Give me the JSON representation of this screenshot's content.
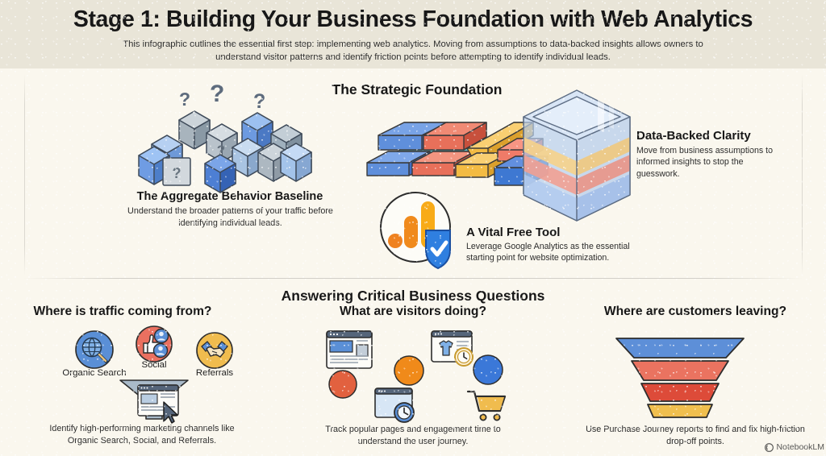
{
  "header": {
    "title": "Stage 1: Building Your Business Foundation with Web Analytics",
    "subtitle": "This infographic outlines the essential first step: implementing web analytics. Moving from assumptions to data-backed insights allows owners to understand visitor patterns and identify friction points before attempting to identify individual leads."
  },
  "top_section": {
    "heading": "The Strategic Foundation",
    "baseline_block": {
      "title": "The Aggregate Behavior Baseline",
      "body": "Understand the broader patterns of your traffic before identifying individual leads.",
      "icon": "scattered-cubes-with-question-marks"
    },
    "clarity_block": {
      "title": "Data-Backed Clarity",
      "body": "Move from business assumptions to informed insights to stop the guesswork.",
      "icon": "glass-container-with-layers"
    },
    "tool_block": {
      "title": "A Vital Free Tool",
      "body": "Leverage Google Analytics as the essential starting point for website optimization.",
      "icon": "google-analytics-icon-with-shield-check"
    }
  },
  "bottom_section": {
    "heading": "Answering Critical Business Questions",
    "columns": [
      {
        "heading": "Where is traffic coming from?",
        "caption": "Identify high-performing marketing channels like Organic Search, Social, and Referrals.",
        "channels": [
          {
            "label": "Organic Search",
            "icon": "globe-magnifier-icon",
            "color": "#5a8fd6"
          },
          {
            "label": "Social",
            "icon": "thumbs-up-people-icon",
            "color": "#e8705d"
          },
          {
            "label": "Referrals",
            "icon": "handshake-icon",
            "color": "#f0bc4e"
          }
        ],
        "extra_icon": "funnel-browser-cursor-icon"
      },
      {
        "heading": "What are visitors doing?",
        "caption": "Track popular pages and engagement time to understand the user journey.",
        "icons": [
          {
            "name": "browser-article-window-icon"
          },
          {
            "name": "red-dot-icon",
            "color": "#e2613f"
          },
          {
            "name": "orange-dot-icon",
            "color": "#f08a1a"
          },
          {
            "name": "browser-clock-window-icon"
          },
          {
            "name": "product-page-clock-icon"
          },
          {
            "name": "blue-dot-icon",
            "color": "#3b78d8"
          },
          {
            "name": "shopping-cart-icon",
            "color": "#f0bc4e"
          }
        ]
      },
      {
        "heading": "Where are customers leaving?",
        "caption": "Use Purchase Journey reports to find and fix high-friction drop-off points.",
        "funnel": {
          "icon": "conversion-funnel-icon",
          "stages": [
            {
              "color": "#5d8fd8"
            },
            {
              "color": "#ea7360"
            },
            {
              "color": "#dd4b39"
            },
            {
              "color": "#f0bf4e"
            }
          ]
        }
      }
    ]
  },
  "watermark": {
    "label": "NotebookLM",
    "icon": "notebooklm-logo-icon"
  },
  "palette": {
    "header_band": "#e9e5d8",
    "page_bg": "#faf7ee",
    "blue": "#4a80d0",
    "red": "#e2604a",
    "orange": "#f0a32a",
    "yellow": "#f3c55a",
    "teal": "#63c3cb",
    "ink": "#171717"
  }
}
